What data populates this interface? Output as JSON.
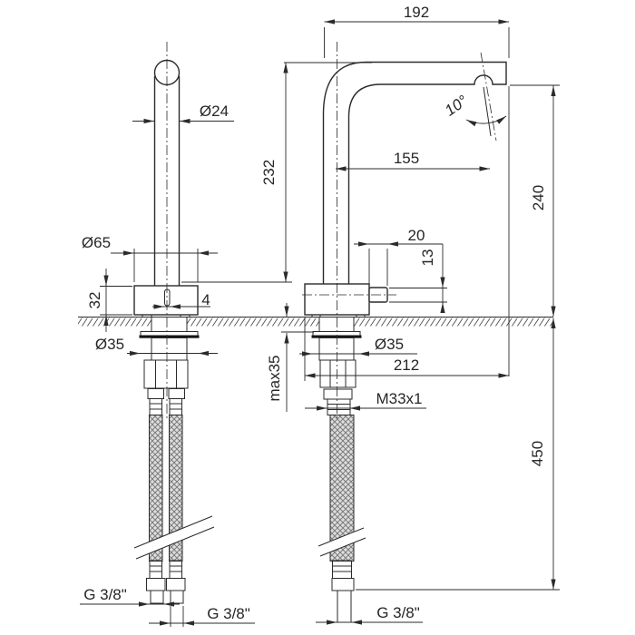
{
  "drawing": {
    "subject": "kitchen faucet installation drawing with dimensions",
    "colors": {
      "line": "#2b2b2b",
      "text": "#262626",
      "background": "#ffffff",
      "braid_fill": "#dedede",
      "braid_line": "#7c7c7c",
      "gasket": "#151515"
    },
    "views": {
      "front": {
        "spout_diameter": "Ø24",
        "base_diameter": "Ø65",
        "base_height": "32",
        "handle_slot_width": "4",
        "height_to_spout_top": "232",
        "shank_diameter": "Ø35",
        "max_counter_thickness": "max35",
        "hose_thread_left": "G 3/8\"",
        "hose_thread_right": "G 3/8\""
      },
      "side": {
        "spout_reach": "192",
        "aerator_angle": "10°",
        "aerator_offset": "155",
        "lever_length": "20",
        "lever_diameter": "13",
        "height_above_counter": "240",
        "shank_diameter": "Ø35",
        "overall_depth": "212",
        "body_thread": "M33x1",
        "hose_drop": "450",
        "hose_thread": "G 3/8\""
      }
    }
  }
}
